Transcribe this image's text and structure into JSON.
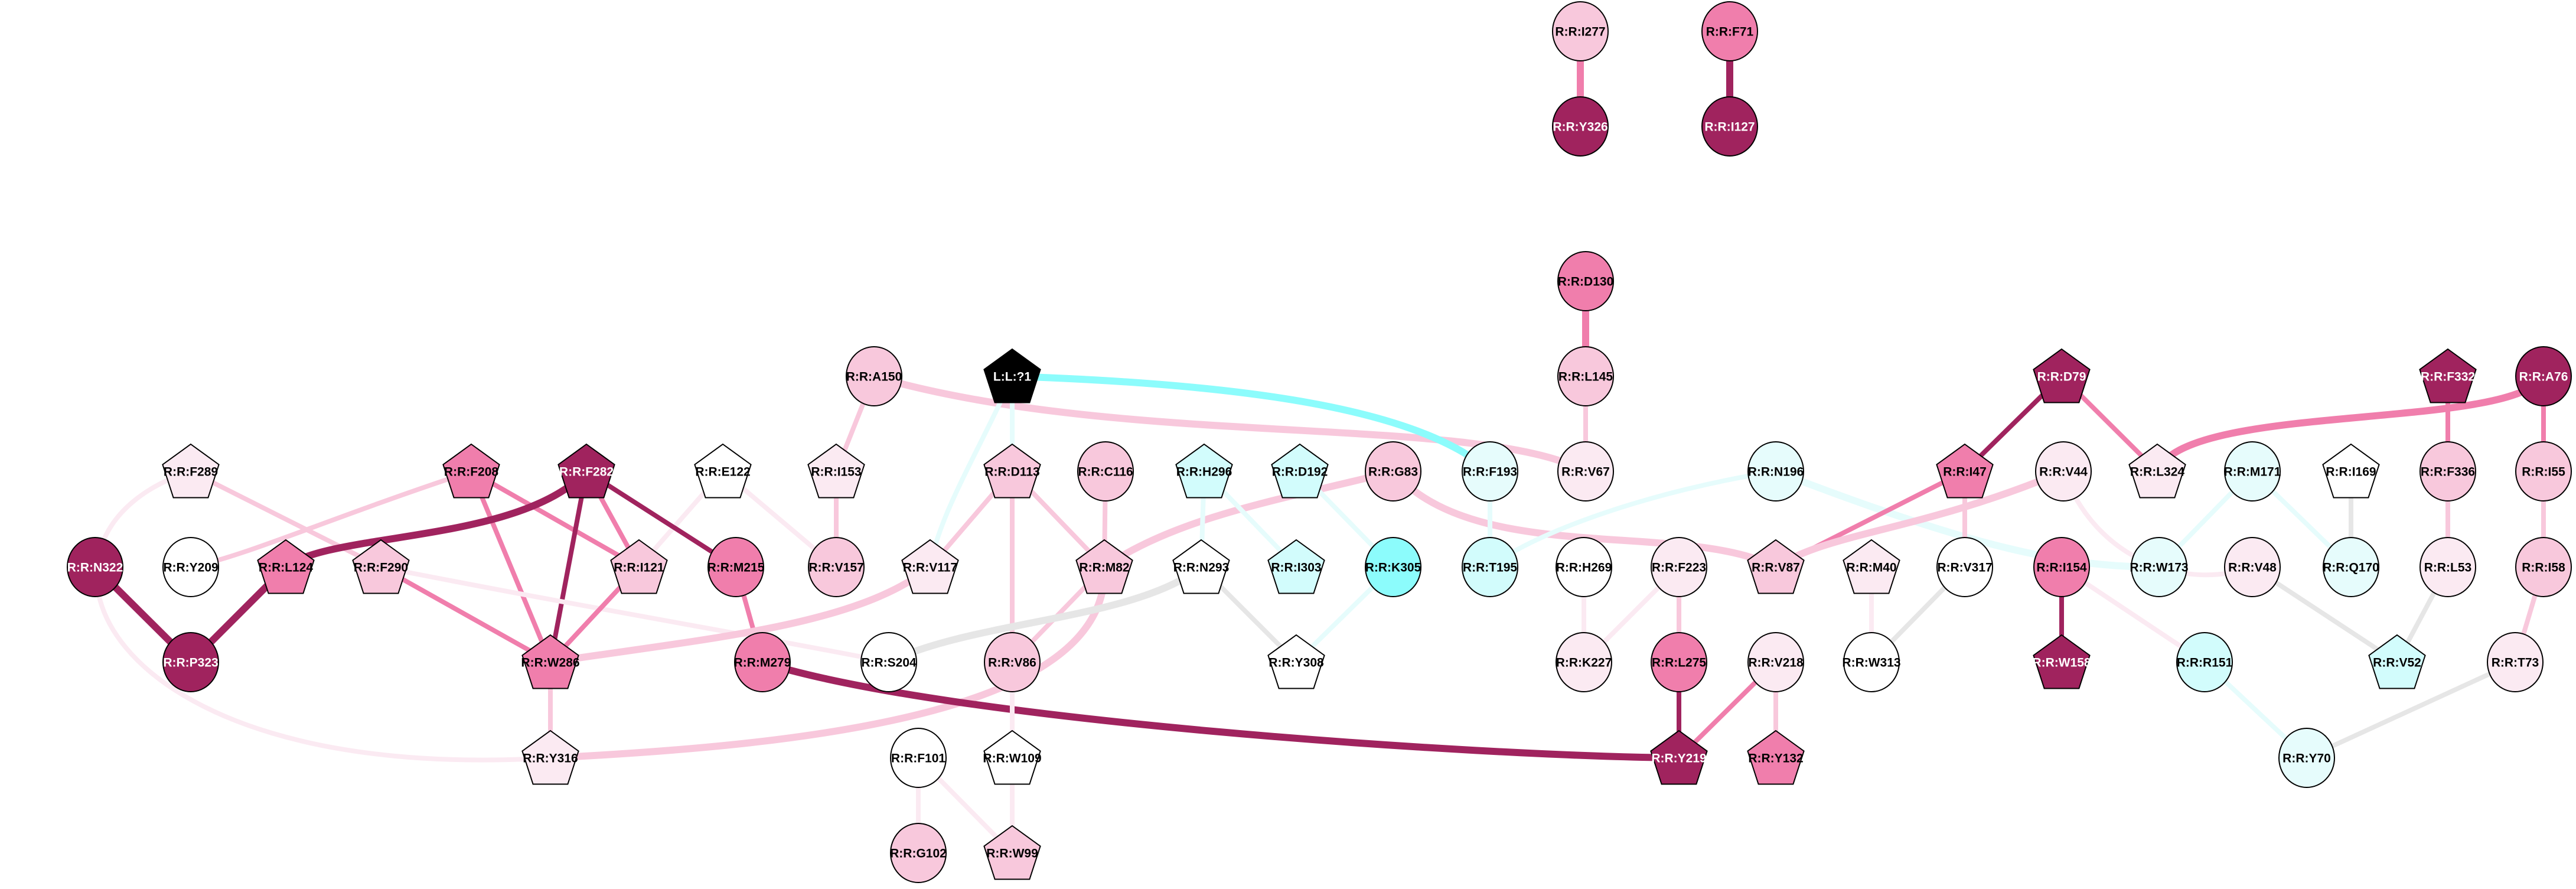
{
  "palette": {
    "dark": "#A0235E",
    "medium": "#F07EAC",
    "light": "#F8C8DC",
    "pale": "#FBEAF2",
    "white": "#FFFFFF",
    "cyan_pale": "#E6FCFC",
    "cyan_light": "#D2FCFC",
    "cyan_strong": "#8CFCFC",
    "ligand": "#000000",
    "gray": "#E6E6E6"
  },
  "nodes": [
    {
      "id": "I277",
      "label": "R:R:I277",
      "shape": "circle",
      "fill": "light"
    },
    {
      "id": "F71",
      "label": "R:R:F71",
      "shape": "circle",
      "fill": "medium"
    },
    {
      "id": "Y326",
      "label": "R:R:Y326",
      "shape": "circle",
      "fill": "dark"
    },
    {
      "id": "I127",
      "label": "R:R:I127",
      "shape": "circle",
      "fill": "dark"
    },
    {
      "id": "D130",
      "label": "R:R:D130",
      "shape": "circle",
      "fill": "medium"
    },
    {
      "id": "A150",
      "label": "R:R:A150",
      "shape": "circle",
      "fill": "light"
    },
    {
      "id": "L1",
      "label": "L:L:?1",
      "shape": "pentagon",
      "fill": "ligand"
    },
    {
      "id": "L145",
      "label": "R:R:L145",
      "shape": "circle",
      "fill": "light"
    },
    {
      "id": "D79",
      "label": "R:R:D79",
      "shape": "pentagon",
      "fill": "dark"
    },
    {
      "id": "F332",
      "label": "R:R:F332",
      "shape": "pentagon",
      "fill": "dark"
    },
    {
      "id": "A76",
      "label": "R:R:A76",
      "shape": "circle",
      "fill": "dark"
    },
    {
      "id": "F289",
      "label": "R:R:F289",
      "shape": "pentagon",
      "fill": "pale"
    },
    {
      "id": "F208",
      "label": "R:R:F208",
      "shape": "pentagon",
      "fill": "medium"
    },
    {
      "id": "F282",
      "label": "R:R:F282",
      "shape": "pentagon",
      "fill": "dark"
    },
    {
      "id": "E122",
      "label": "R:R:E122",
      "shape": "pentagon",
      "fill": "white"
    },
    {
      "id": "I153",
      "label": "R:R:I153",
      "shape": "pentagon",
      "fill": "pale"
    },
    {
      "id": "D113",
      "label": "R:R:D113",
      "shape": "pentagon",
      "fill": "light"
    },
    {
      "id": "C116",
      "label": "R:R:C116",
      "shape": "circle",
      "fill": "light"
    },
    {
      "id": "H296",
      "label": "R:R:H296",
      "shape": "pentagon",
      "fill": "cyan_light"
    },
    {
      "id": "D192",
      "label": "R:R:D192",
      "shape": "pentagon",
      "fill": "cyan_light"
    },
    {
      "id": "G83",
      "label": "R:R:G83",
      "shape": "circle",
      "fill": "light"
    },
    {
      "id": "F193",
      "label": "R:R:F193",
      "shape": "circle",
      "fill": "cyan_pale"
    },
    {
      "id": "V67",
      "label": "R:R:V67",
      "shape": "circle",
      "fill": "pale"
    },
    {
      "id": "N196",
      "label": "R:R:N196",
      "shape": "circle",
      "fill": "cyan_pale"
    },
    {
      "id": "I47",
      "label": "R:R:I47",
      "shape": "pentagon",
      "fill": "medium"
    },
    {
      "id": "V44",
      "label": "R:R:V44",
      "shape": "circle",
      "fill": "pale"
    },
    {
      "id": "L324",
      "label": "R:R:L324",
      "shape": "pentagon",
      "fill": "pale"
    },
    {
      "id": "M171",
      "label": "R:R:M171",
      "shape": "circle",
      "fill": "cyan_pale"
    },
    {
      "id": "I169",
      "label": "R:R:I169",
      "shape": "pentagon",
      "fill": "white"
    },
    {
      "id": "F336",
      "label": "R:R:F336",
      "shape": "circle",
      "fill": "light"
    },
    {
      "id": "I55",
      "label": "R:R:I55",
      "shape": "circle",
      "fill": "light"
    },
    {
      "id": "N322",
      "label": "R:R:N322",
      "shape": "circle",
      "fill": "dark"
    },
    {
      "id": "Y209",
      "label": "R:R:Y209",
      "shape": "circle",
      "fill": "white"
    },
    {
      "id": "L124",
      "label": "R:R:L124",
      "shape": "pentagon",
      "fill": "medium"
    },
    {
      "id": "F290",
      "label": "R:R:F290",
      "shape": "pentagon",
      "fill": "light"
    },
    {
      "id": "I121",
      "label": "R:R:I121",
      "shape": "pentagon",
      "fill": "light"
    },
    {
      "id": "M215",
      "label": "R:R:M215",
      "shape": "circle",
      "fill": "medium"
    },
    {
      "id": "V157",
      "label": "R:R:V157",
      "shape": "circle",
      "fill": "light"
    },
    {
      "id": "V117",
      "label": "R:R:V117",
      "shape": "pentagon",
      "fill": "pale"
    },
    {
      "id": "M82",
      "label": "R:R:M82",
      "shape": "pentagon",
      "fill": "light"
    },
    {
      "id": "N293",
      "label": "R:R:N293",
      "shape": "pentagon",
      "fill": "white"
    },
    {
      "id": "I303",
      "label": "R:R:I303",
      "shape": "pentagon",
      "fill": "cyan_light"
    },
    {
      "id": "K305",
      "label": "R:R:K305",
      "shape": "circle",
      "fill": "cyan_strong"
    },
    {
      "id": "T195",
      "label": "R:R:T195",
      "shape": "circle",
      "fill": "cyan_light"
    },
    {
      "id": "H269",
      "label": "R:R:H269",
      "shape": "circle",
      "fill": "white"
    },
    {
      "id": "F223",
      "label": "R:R:F223",
      "shape": "circle",
      "fill": "pale"
    },
    {
      "id": "V87",
      "label": "R:R:V87",
      "shape": "pentagon",
      "fill": "light"
    },
    {
      "id": "M40",
      "label": "R:R:M40",
      "shape": "pentagon",
      "fill": "pale"
    },
    {
      "id": "V317",
      "label": "R:R:V317",
      "shape": "circle",
      "fill": "white"
    },
    {
      "id": "I154",
      "label": "R:R:I154",
      "shape": "circle",
      "fill": "medium"
    },
    {
      "id": "W173",
      "label": "R:R:W173",
      "shape": "circle",
      "fill": "cyan_pale"
    },
    {
      "id": "V48",
      "label": "R:R:V48",
      "shape": "circle",
      "fill": "pale"
    },
    {
      "id": "Q170",
      "label": "R:R:Q170",
      "shape": "circle",
      "fill": "cyan_pale"
    },
    {
      "id": "L53",
      "label": "R:R:L53",
      "shape": "circle",
      "fill": "pale"
    },
    {
      "id": "I58",
      "label": "R:R:I58",
      "shape": "circle",
      "fill": "light"
    },
    {
      "id": "P323",
      "label": "R:R:P323",
      "shape": "circle",
      "fill": "dark"
    },
    {
      "id": "W286",
      "label": "R:R:W286",
      "shape": "pentagon",
      "fill": "medium"
    },
    {
      "id": "M279",
      "label": "R:R:M279",
      "shape": "circle",
      "fill": "medium"
    },
    {
      "id": "S204",
      "label": "R:R:S204",
      "shape": "circle",
      "fill": "white"
    },
    {
      "id": "V86",
      "label": "R:R:V86",
      "shape": "circle",
      "fill": "light"
    },
    {
      "id": "Y308",
      "label": "R:R:Y308",
      "shape": "pentagon",
      "fill": "white"
    },
    {
      "id": "K227",
      "label": "R:R:K227",
      "shape": "circle",
      "fill": "pale"
    },
    {
      "id": "L275",
      "label": "R:R:L275",
      "shape": "circle",
      "fill": "medium"
    },
    {
      "id": "V218",
      "label": "R:R:V218",
      "shape": "circle",
      "fill": "pale"
    },
    {
      "id": "W313",
      "label": "R:R:W313",
      "shape": "circle",
      "fill": "white"
    },
    {
      "id": "W158",
      "label": "R:R:W158",
      "shape": "pentagon",
      "fill": "dark"
    },
    {
      "id": "R151",
      "label": "R:R:R151",
      "shape": "circle",
      "fill": "cyan_light"
    },
    {
      "id": "V52",
      "label": "R:R:V52",
      "shape": "pentagon",
      "fill": "cyan_light"
    },
    {
      "id": "T73",
      "label": "R:R:T73",
      "shape": "circle",
      "fill": "pale"
    },
    {
      "id": "Y316",
      "label": "R:R:Y316",
      "shape": "pentagon",
      "fill": "pale"
    },
    {
      "id": "F101",
      "label": "R:R:F101",
      "shape": "circle",
      "fill": "white"
    },
    {
      "id": "W109",
      "label": "R:R:W109",
      "shape": "pentagon",
      "fill": "white"
    },
    {
      "id": "Y219",
      "label": "R:R:Y219",
      "shape": "pentagon",
      "fill": "dark"
    },
    {
      "id": "Y132",
      "label": "R:R:Y132",
      "shape": "pentagon",
      "fill": "medium"
    },
    {
      "id": "Y70",
      "label": "R:R:Y70",
      "shape": "circle",
      "fill": "cyan_pale"
    },
    {
      "id": "G102",
      "label": "R:R:G102",
      "shape": "circle",
      "fill": "light"
    },
    {
      "id": "W99",
      "label": "R:R:W99",
      "shape": "pentagon",
      "fill": "light"
    }
  ],
  "edges": [
    {
      "source": "I277",
      "target": "Y326",
      "color": "medium",
      "weight": 2
    },
    {
      "source": "F71",
      "target": "I127",
      "color": "dark",
      "weight": 2
    },
    {
      "source": "D130",
      "target": "L145",
      "color": "medium",
      "weight": 2
    },
    {
      "source": "L145",
      "target": "V67",
      "color": "light",
      "weight": 1
    },
    {
      "source": "A150",
      "target": "I153",
      "color": "light",
      "weight": 1
    },
    {
      "source": "A150",
      "target": "V67",
      "color": "light",
      "weight": 2
    },
    {
      "source": "L1",
      "target": "F193",
      "color": "cyan_strong",
      "weight": 2
    },
    {
      "source": "L1",
      "target": "D113",
      "color": "cyan_pale",
      "weight": 1
    },
    {
      "source": "L1",
      "target": "V117",
      "color": "cyan_pale",
      "weight": 1
    },
    {
      "source": "I153",
      "target": "V157",
      "color": "light",
      "weight": 1
    },
    {
      "source": "E122",
      "target": "V157",
      "color": "pale",
      "weight": 1
    },
    {
      "source": "E122",
      "target": "I121",
      "color": "pale",
      "weight": 1
    },
    {
      "source": "F289",
      "target": "F290",
      "color": "light",
      "weight": 1
    },
    {
      "source": "F289",
      "target": "Y316",
      "color": "pale",
      "weight": 1
    },
    {
      "source": "F208",
      "target": "Y209",
      "color": "light",
      "weight": 1
    },
    {
      "source": "F208",
      "target": "I121",
      "color": "medium",
      "weight": 1
    },
    {
      "source": "F208",
      "target": "W286",
      "color": "medium",
      "weight": 1
    },
    {
      "source": "F282",
      "target": "L124",
      "color": "dark",
      "weight": 2
    },
    {
      "source": "F282",
      "target": "W286",
      "color": "dark",
      "weight": 1
    },
    {
      "source": "F282",
      "target": "I121",
      "color": "medium",
      "weight": 1
    },
    {
      "source": "F282",
      "target": "M215",
      "color": "dark",
      "weight": 1
    },
    {
      "source": "N322",
      "target": "P323",
      "color": "dark",
      "weight": 2
    },
    {
      "source": "L124",
      "target": "P323",
      "color": "dark",
      "weight": 2
    },
    {
      "source": "F290",
      "target": "W286",
      "color": "medium",
      "weight": 1
    },
    {
      "source": "F290",
      "target": "S204",
      "color": "pale",
      "weight": 1
    },
    {
      "source": "I121",
      "target": "W286",
      "color": "medium",
      "weight": 1
    },
    {
      "source": "M215",
      "target": "M279",
      "color": "medium",
      "weight": 1
    },
    {
      "source": "V117",
      "target": "W286",
      "color": "light",
      "weight": 2
    },
    {
      "source": "W286",
      "target": "Y316",
      "color": "light",
      "weight": 1
    },
    {
      "source": "D113",
      "target": "V117",
      "color": "light",
      "weight": 1
    },
    {
      "source": "D113",
      "target": "M82",
      "color": "light",
      "weight": 1
    },
    {
      "source": "D113",
      "target": "V86",
      "color": "light",
      "weight": 1
    },
    {
      "source": "C116",
      "target": "M82",
      "color": "light",
      "weight": 1
    },
    {
      "source": "M82",
      "target": "V86",
      "color": "light",
      "weight": 1
    },
    {
      "source": "M82",
      "target": "G83",
      "color": "light",
      "weight": 2
    },
    {
      "source": "M82",
      "target": "Y316",
      "color": "light",
      "weight": 2
    },
    {
      "source": "H296",
      "target": "N293",
      "color": "cyan_pale",
      "weight": 1
    },
    {
      "source": "H296",
      "target": "I303",
      "color": "cyan_pale",
      "weight": 1
    },
    {
      "source": "D192",
      "target": "K305",
      "color": "cyan_pale",
      "weight": 1
    },
    {
      "source": "N293",
      "target": "S204",
      "color": "gray",
      "weight": 2
    },
    {
      "source": "N293",
      "target": "Y308",
      "color": "gray",
      "weight": 1
    },
    {
      "source": "K305",
      "target": "Y308",
      "color": "cyan_pale",
      "weight": 1
    },
    {
      "source": "G83",
      "target": "V87",
      "color": "light",
      "weight": 2
    },
    {
      "source": "F193",
      "target": "T195",
      "color": "cyan_pale",
      "weight": 1
    },
    {
      "source": "N196",
      "target": "T195",
      "color": "cyan_pale",
      "weight": 1
    },
    {
      "source": "N196",
      "target": "W173",
      "color": "cyan_pale",
      "weight": 2
    },
    {
      "source": "M279",
      "target": "Y219",
      "color": "dark",
      "weight": 2
    },
    {
      "source": "V86",
      "target": "W109",
      "color": "pale",
      "weight": 1
    },
    {
      "source": "W109",
      "target": "W99",
      "color": "pale",
      "weight": 1
    },
    {
      "source": "F101",
      "target": "G102",
      "color": "pale",
      "weight": 1
    },
    {
      "source": "F101",
      "target": "W99",
      "color": "pale",
      "weight": 1
    },
    {
      "source": "H269",
      "target": "K227",
      "color": "pale",
      "weight": 1
    },
    {
      "source": "F223",
      "target": "K227",
      "color": "pale",
      "weight": 1
    },
    {
      "source": "F223",
      "target": "L275",
      "color": "light",
      "weight": 1
    },
    {
      "source": "L275",
      "target": "Y219",
      "color": "dark",
      "weight": 1
    },
    {
      "source": "V218",
      "target": "Y219",
      "color": "medium",
      "weight": 1
    },
    {
      "source": "V218",
      "target": "Y132",
      "color": "light",
      "weight": 1
    },
    {
      "source": "M40",
      "target": "W313",
      "color": "pale",
      "weight": 1
    },
    {
      "source": "V317",
      "target": "W313",
      "color": "gray",
      "weight": 1
    },
    {
      "source": "I47",
      "target": "V87",
      "color": "medium",
      "weight": 1
    },
    {
      "source": "V44",
      "target": "V87",
      "color": "light",
      "weight": 2
    },
    {
      "source": "I47",
      "target": "V317",
      "color": "light",
      "weight": 1
    },
    {
      "source": "D79",
      "target": "I47",
      "color": "dark",
      "weight": 1
    },
    {
      "source": "D79",
      "target": "L324",
      "color": "medium",
      "weight": 1
    },
    {
      "source": "A76",
      "target": "L324",
      "color": "medium",
      "weight": 2
    },
    {
      "source": "A76",
      "target": "I55",
      "color": "medium",
      "weight": 1
    },
    {
      "source": "F332",
      "target": "F336",
      "color": "medium",
      "weight": 1
    },
    {
      "source": "F336",
      "target": "L53",
      "color": "light",
      "weight": 1
    },
    {
      "source": "I55",
      "target": "I58",
      "color": "light",
      "weight": 1
    },
    {
      "source": "I58",
      "target": "T73",
      "color": "light",
      "weight": 1
    },
    {
      "source": "V44",
      "target": "V48",
      "color": "pale",
      "weight": 1
    },
    {
      "source": "M171",
      "target": "W173",
      "color": "cyan_pale",
      "weight": 1
    },
    {
      "source": "M171",
      "target": "Q170",
      "color": "cyan_pale",
      "weight": 1
    },
    {
      "source": "I169",
      "target": "Q170",
      "color": "gray",
      "weight": 1
    },
    {
      "source": "V48",
      "target": "V52",
      "color": "gray",
      "weight": 1
    },
    {
      "source": "L53",
      "target": "V52",
      "color": "gray",
      "weight": 1
    },
    {
      "source": "I154",
      "target": "W158",
      "color": "dark",
      "weight": 1
    },
    {
      "source": "I154",
      "target": "R151",
      "color": "pale",
      "weight": 1
    },
    {
      "source": "R151",
      "target": "Y70",
      "color": "cyan_pale",
      "weight": 1
    },
    {
      "source": "T73",
      "target": "Y70",
      "color": "gray",
      "weight": 1
    }
  ]
}
